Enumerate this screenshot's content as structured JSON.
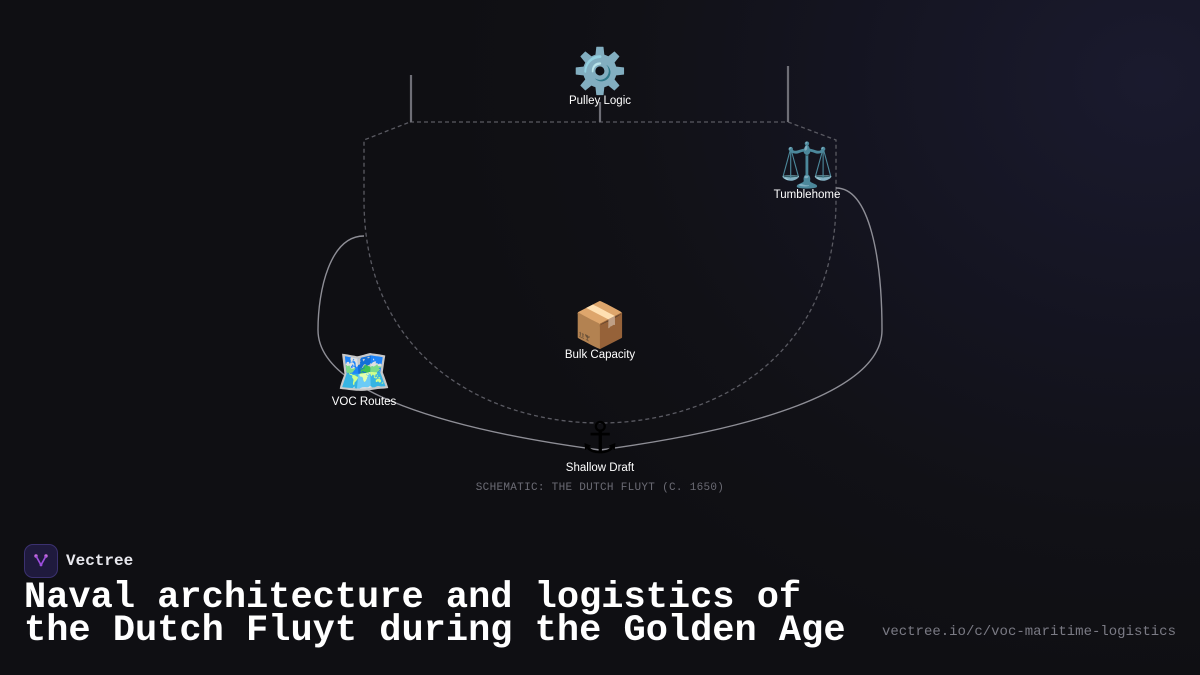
{
  "diagram": {
    "nodes": [
      {
        "id": "pulley",
        "label": "Pulley Logic",
        "icon": "gear-icon",
        "glyph": "⚙️"
      },
      {
        "id": "tumblehome",
        "label": "Tumblehome",
        "icon": "balance-scale-icon",
        "glyph": "⚖️"
      },
      {
        "id": "bulk",
        "label": "Bulk Capacity",
        "icon": "package-box-icon",
        "glyph": "📦"
      },
      {
        "id": "voc",
        "label": "VOC Routes",
        "icon": "world-map-icon",
        "glyph": "🗺️"
      },
      {
        "id": "draft",
        "label": "Shallow Draft",
        "icon": "anchor-icon",
        "glyph": "⚓"
      }
    ],
    "caption": "SCHEMATIC: THE DUTCH FLUYT (C. 1650)"
  },
  "brand": {
    "name": "Vectree"
  },
  "title": "Naval architecture and logistics of the Dutch Fluyt during the Golden Age",
  "source_url": "vectree.io/c/voc-maritime-logistics"
}
